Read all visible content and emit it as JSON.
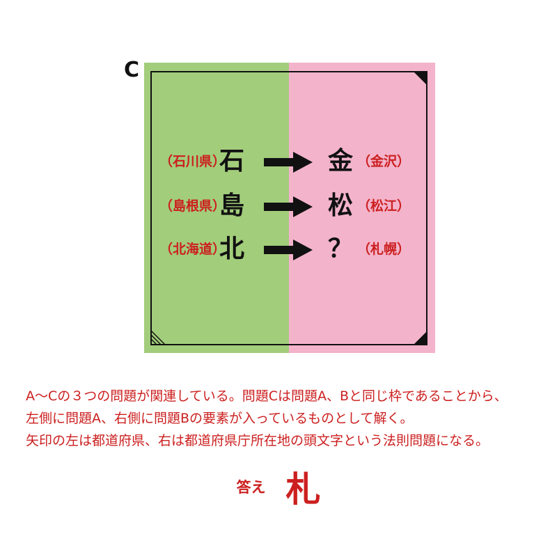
{
  "puzzle": {
    "label": "C",
    "colors": {
      "left_bg": "#a2cd7b",
      "right_bg": "#f3b3cb",
      "note_red": "#cc1f1f",
      "ink": "#111111"
    },
    "rows": [
      {
        "left_note": "（石川県）",
        "left_kanji": "石",
        "right_kanji": "金",
        "right_note": "（金沢）"
      },
      {
        "left_note": "（島根県）",
        "left_kanji": "島",
        "right_kanji": "松",
        "right_note": "（松江）"
      },
      {
        "left_note": "（北海道）",
        "left_kanji": "北",
        "right_kanji": "？",
        "right_note": "（札幌）"
      }
    ]
  },
  "explanation": {
    "lines": [
      "A～Cの３つの問題が関連している。問題Cは問題A、Bと同じ枠であることから、",
      "左側に問題A、右側に問題Bの要素が入っているものとして解く。",
      "矢印の左は都道府県、右は都道府県庁所在地の頭文字という法則問題になる。"
    ]
  },
  "answer": {
    "label": "答え",
    "value": "札"
  }
}
